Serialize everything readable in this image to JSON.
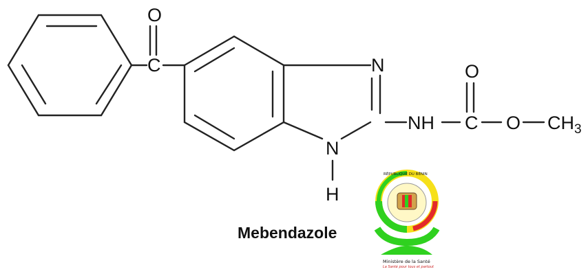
{
  "molecule": {
    "name": "Mebendazole",
    "atoms": {
      "carbonyl_o": "O",
      "carbonyl_c": "C",
      "ring_n_top": "N",
      "nh_group": "NH",
      "carbamate_o_top": "O",
      "carbamate_c": "C",
      "ester_o": "O",
      "methyl": "CH",
      "methyl_sub": "3",
      "ring_n_bottom": "N",
      "ring_h": "H"
    }
  },
  "logo": {
    "country": "RÉPUBLIQUE DU BÉNIN",
    "ministry": "Ministère de la Santé",
    "slogan": "La Santé pour tous et partout",
    "colors": {
      "green": "#2fd11f",
      "yellow": "#f6e01a",
      "red": "#e32a2a"
    }
  }
}
